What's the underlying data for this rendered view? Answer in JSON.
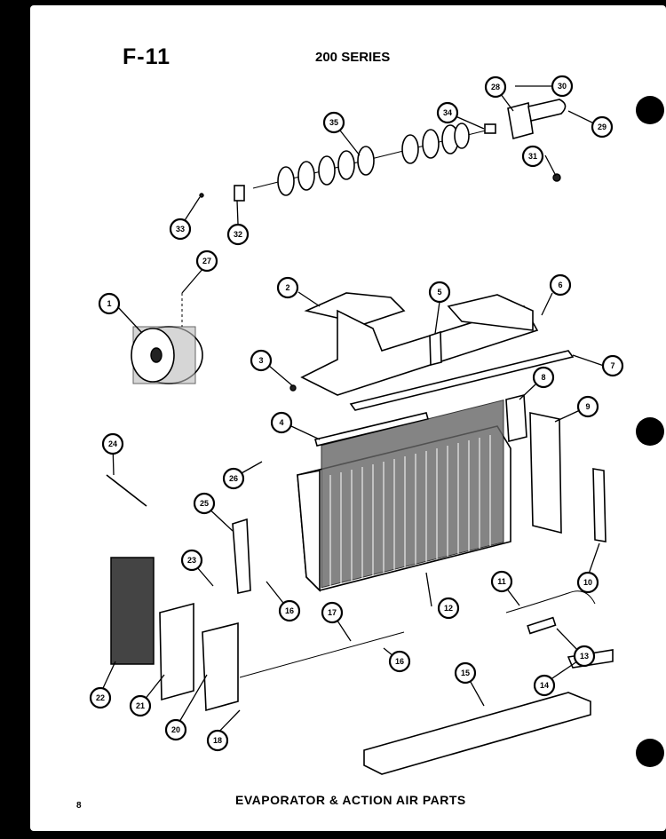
{
  "header": {
    "code": "F-11",
    "series": "200 SERIES"
  },
  "footer": {
    "caption": "EVAPORATOR & ACTION AIR PARTS",
    "page_number": "8"
  },
  "callouts": [
    {
      "id": "c1",
      "label": "1"
    },
    {
      "id": "c2",
      "label": "2"
    },
    {
      "id": "c3",
      "label": "3"
    },
    {
      "id": "c4",
      "label": "4"
    },
    {
      "id": "c5",
      "label": "5"
    },
    {
      "id": "c6",
      "label": "6"
    },
    {
      "id": "c7",
      "label": "7"
    },
    {
      "id": "c8",
      "label": "8"
    },
    {
      "id": "c9",
      "label": "9"
    },
    {
      "id": "c10",
      "label": "10"
    },
    {
      "id": "c11",
      "label": "11"
    },
    {
      "id": "c12",
      "label": "12"
    },
    {
      "id": "c13",
      "label": "13"
    },
    {
      "id": "c14",
      "label": "14"
    },
    {
      "id": "c15",
      "label": "15"
    },
    {
      "id": "c16a",
      "label": "16"
    },
    {
      "id": "c16b",
      "label": "16"
    },
    {
      "id": "c17",
      "label": "17"
    },
    {
      "id": "c18",
      "label": "18"
    },
    {
      "id": "c20",
      "label": "20"
    },
    {
      "id": "c21",
      "label": "21"
    },
    {
      "id": "c22",
      "label": "22"
    },
    {
      "id": "c23",
      "label": "23"
    },
    {
      "id": "c24",
      "label": "24"
    },
    {
      "id": "c25",
      "label": "25"
    },
    {
      "id": "c26",
      "label": "26"
    },
    {
      "id": "c27",
      "label": "27"
    },
    {
      "id": "c28",
      "label": "28"
    },
    {
      "id": "c29",
      "label": "29"
    },
    {
      "id": "c30",
      "label": "30"
    },
    {
      "id": "c31",
      "label": "31"
    },
    {
      "id": "c32",
      "label": "32"
    },
    {
      "id": "c33",
      "label": "33"
    },
    {
      "id": "c34",
      "label": "34"
    },
    {
      "id": "c35",
      "label": "35"
    }
  ]
}
